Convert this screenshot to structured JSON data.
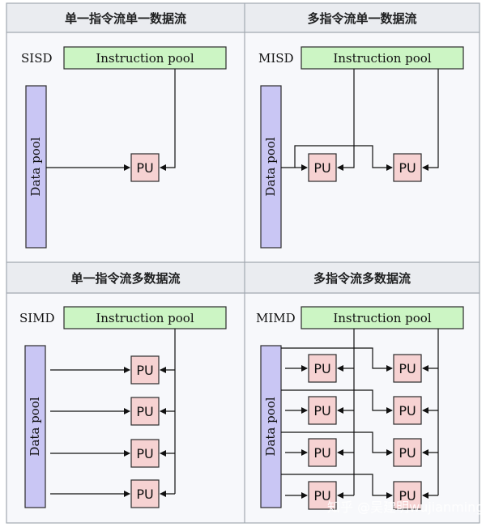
{
  "panels": {
    "sisd": {
      "title": "单一指令流单一数据流",
      "tag": "SISD"
    },
    "misd": {
      "title": "多指令流单一数据流",
      "tag": "MISD"
    },
    "simd": {
      "title": "单一指令流多数据流",
      "tag": "SIMD"
    },
    "mimd": {
      "title": "多指令流多数据流",
      "tag": "MIMD"
    }
  },
  "labels": {
    "instruction_pool": "Instruction pool",
    "data_pool": "Data pool",
    "pu": "PU"
  },
  "watermark": "知乎 @吴建明wujianming",
  "colors": {
    "instruction_pool": "#ccf5c4",
    "data_pool": "#c9c6f4",
    "pu": "#f6d2d2",
    "header": "#eaecf0",
    "panel": "#f7f8fb"
  }
}
